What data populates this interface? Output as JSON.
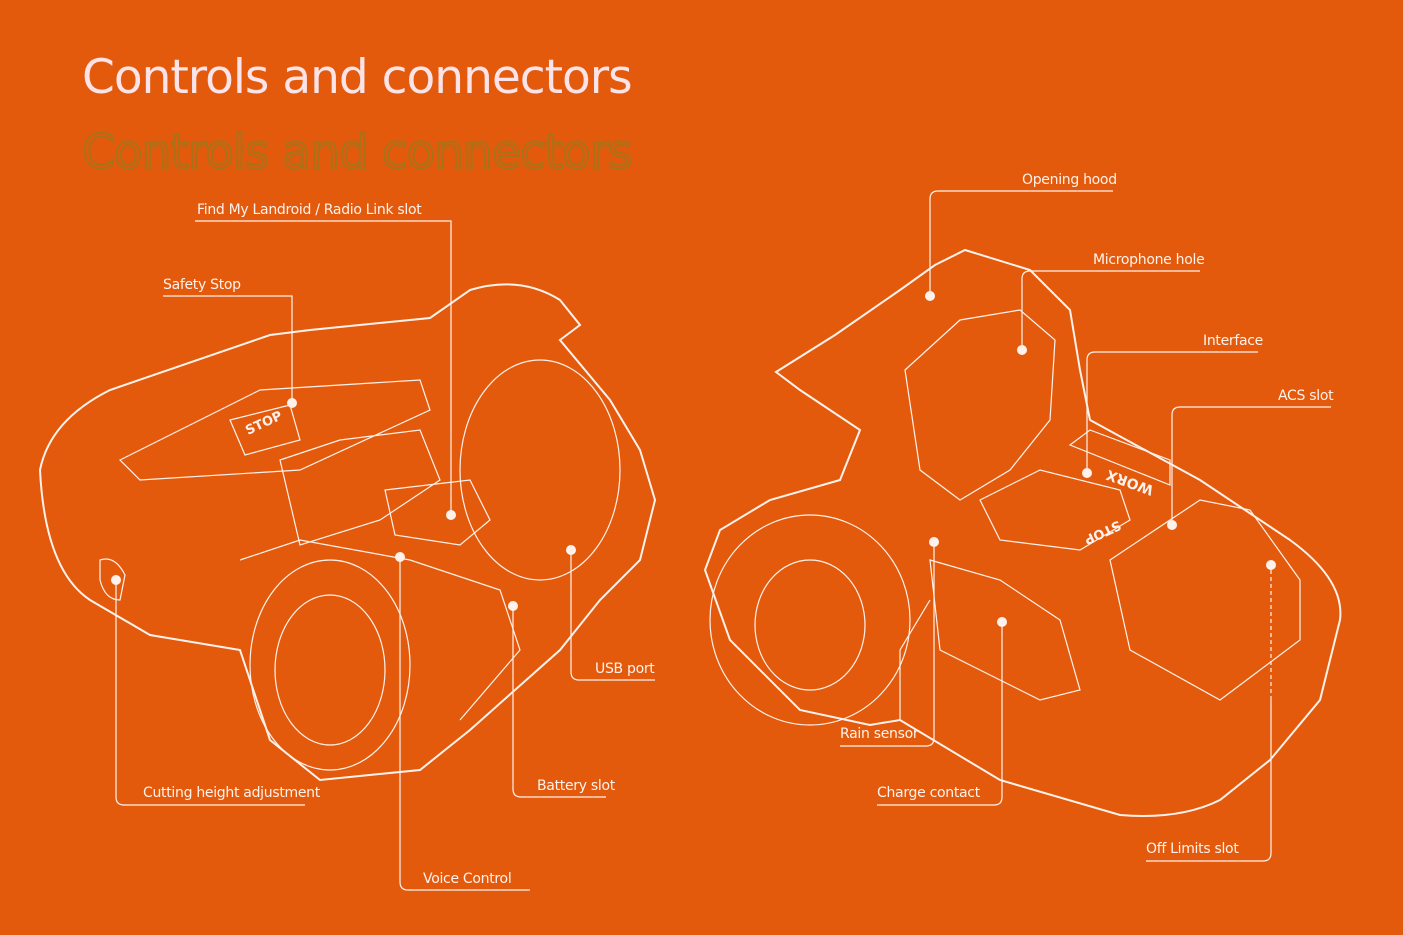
{
  "title": "Controls and connectors",
  "colors": {
    "background": "#E35A0C",
    "line": "#FFF2EC"
  },
  "left_mower_labels": {
    "find_my_landroid": "Find My Landroid / Radio Link slot",
    "safety_stop": "Safety Stop",
    "cutting_height": "Cutting height adjustment",
    "voice_control": "Voice Control",
    "battery_slot": "Battery slot",
    "usb_port": "USB port"
  },
  "right_mower_labels": {
    "opening_hood": "Opening hood",
    "microphone_hole": "Microphone hole",
    "interface": "Interface",
    "acs_slot": "ACS slot",
    "rain_sensor": "Rain sensor",
    "charge_contact": "Charge contact",
    "off_limits_slot": "Off Limits slot"
  },
  "mower_text": {
    "stop": "STOP",
    "brand": "WORX"
  }
}
